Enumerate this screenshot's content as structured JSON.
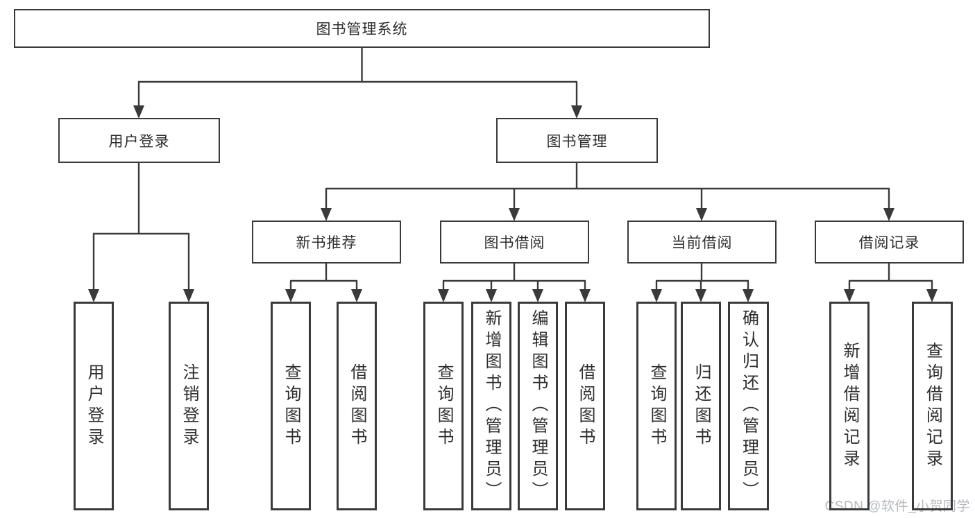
{
  "diagram": {
    "title": "图书管理系统",
    "watermark": "CSDN @软件_小贺同学",
    "colors": {
      "line": "#3a3a3a",
      "text": "#2e2e2e",
      "box_bg": "#ffffff",
      "watermark": "#b5b9be"
    },
    "tree": {
      "label": "图书管理系统",
      "children": [
        {
          "label": "用户登录",
          "children": [
            {
              "label": "用户登录"
            },
            {
              "label": "注销登录"
            }
          ]
        },
        {
          "label": "图书管理",
          "children": [
            {
              "label": "新书推荐",
              "children": [
                {
                  "label": "查询图书"
                },
                {
                  "label": "借阅图书"
                }
              ]
            },
            {
              "label": "图书借阅",
              "children": [
                {
                  "label": "查询图书"
                },
                {
                  "label": "新增图书（管理员）"
                },
                {
                  "label": "编辑图书（管理员）"
                },
                {
                  "label": "借阅图书"
                }
              ]
            },
            {
              "label": "当前借阅",
              "children": [
                {
                  "label": "查询图书"
                },
                {
                  "label": "归还图书"
                },
                {
                  "label": "确认归还（管理员）"
                }
              ]
            },
            {
              "label": "借阅记录",
              "children": [
                {
                  "label": "新增借阅记录"
                },
                {
                  "label": "查询借阅记录"
                }
              ]
            }
          ]
        }
      ]
    }
  }
}
